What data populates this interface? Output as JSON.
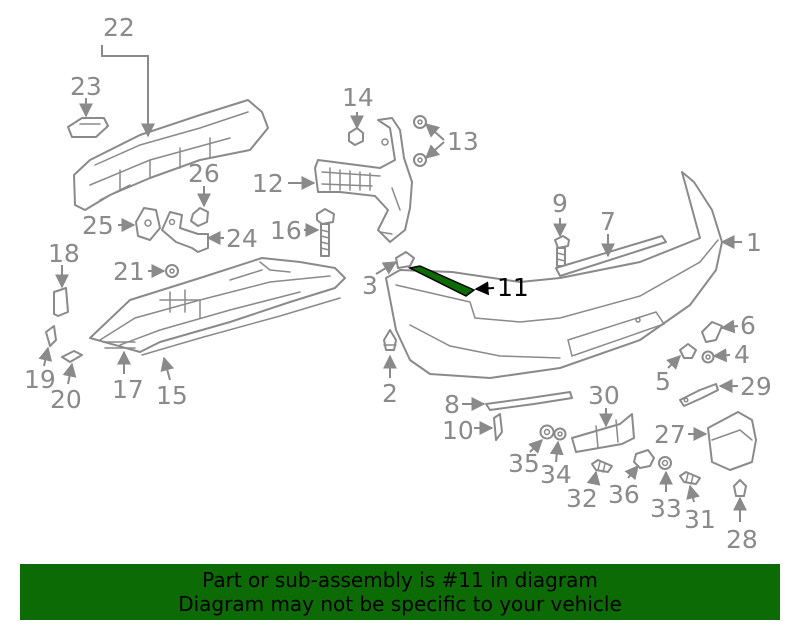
{
  "highlight": {
    "part_number": "11",
    "color": "#0d6b06"
  },
  "callouts": [
    "1",
    "2",
    "3",
    "4",
    "5",
    "6",
    "7",
    "8",
    "9",
    "10",
    "11",
    "12",
    "13",
    "14",
    "15",
    "16",
    "17",
    "18",
    "19",
    "20",
    "21",
    "22",
    "23",
    "24",
    "25",
    "26",
    "27",
    "28",
    "29",
    "30",
    "31",
    "32",
    "33",
    "34",
    "35",
    "36"
  ],
  "banner": {
    "line1": "Part or sub-assembly is #11 in diagram",
    "line2": "Diagram may not be specific to your vehicle"
  }
}
